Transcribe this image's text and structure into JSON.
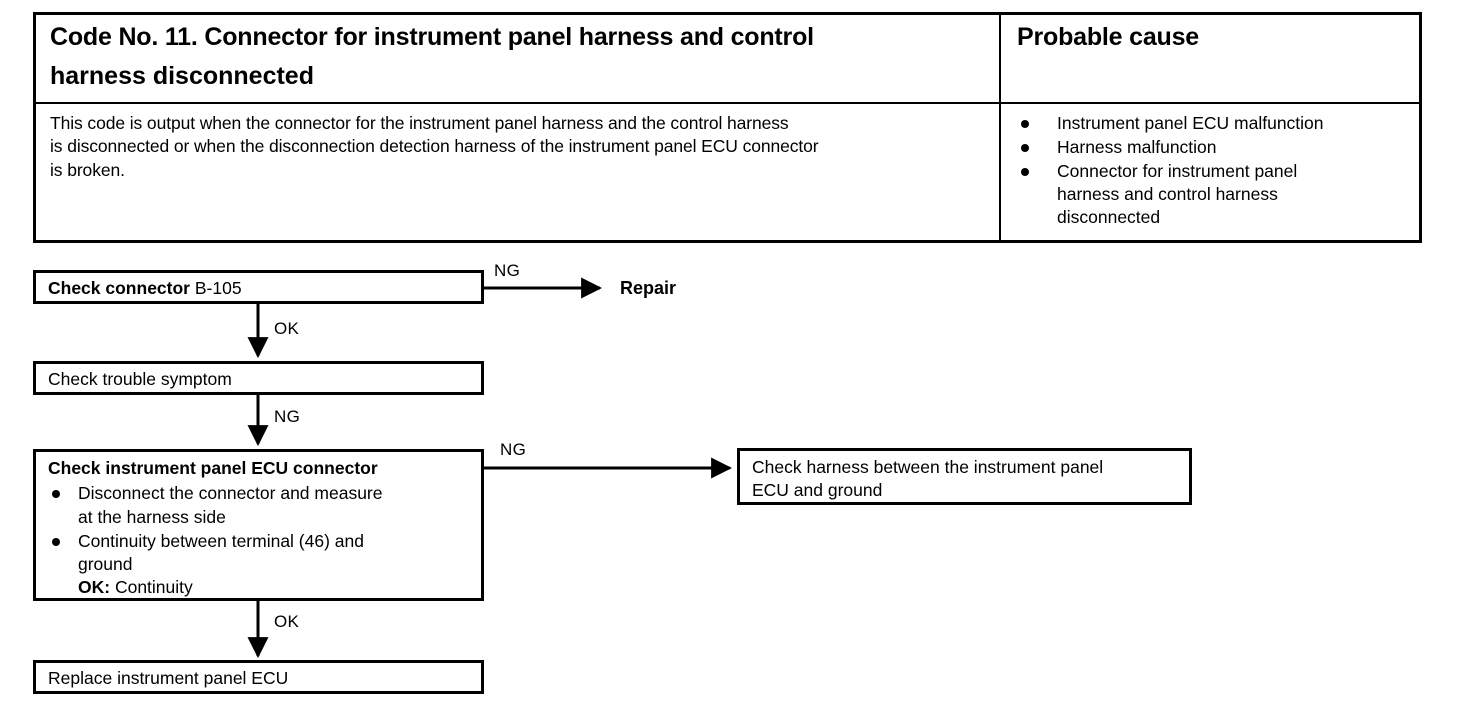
{
  "table": {
    "header": {
      "title_line1": "Code No. 11. Connector for instrument panel harness and control",
      "title_line2": "harness disconnected",
      "cause_header": "Probable cause"
    },
    "description_lines": [
      "This code is output when the connector for the instrument panel harness and the control harness",
      "is disconnected or when the disconnection detection harness of the instrument panel ECU connector",
      "is broken."
    ],
    "causes": [
      {
        "lines": [
          "Instrument panel ECU malfunction"
        ]
      },
      {
        "lines": [
          "Harness malfunction"
        ]
      },
      {
        "lines": [
          "Connector for instrument panel",
          "harness and control harness",
          "disconnected"
        ]
      }
    ]
  },
  "flowchart": {
    "box1": {
      "bold": "Check connector",
      "normal": "B-105"
    },
    "box2": {
      "text": "Check trouble symptom"
    },
    "box3": {
      "heading": "Check instrument panel ECU connector",
      "bullets": [
        {
          "lines": [
            "Disconnect the connector and measure",
            "at the harness side"
          ]
        },
        {
          "lines": [
            "Continuity between terminal (46) and",
            "ground"
          ]
        }
      ],
      "ok_label": "OK:",
      "ok_value": "Continuity"
    },
    "box4": {
      "lines": [
        "Check harness between the instrument panel",
        "ECU and ground"
      ]
    },
    "box5": {
      "text": "Replace instrument panel ECU"
    },
    "repair": "Repair",
    "labels": {
      "ng1": "NG",
      "ok1": "OK",
      "ng2": "NG",
      "ng3": "NG",
      "ok2": "OK"
    }
  }
}
